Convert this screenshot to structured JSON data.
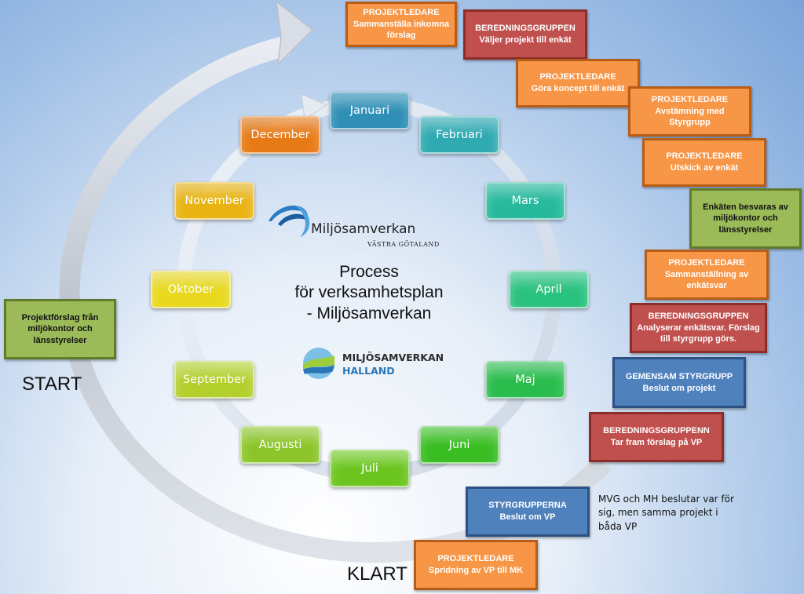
{
  "center_title": [
    "Process",
    "för verksamhetsplan",
    "- Miljösamverkan"
  ],
  "start_label": "START",
  "done_label": "KLART",
  "months": [
    {
      "label": "Januari",
      "color": "#2f8fb6"
    },
    {
      "label": "Februari",
      "color": "#2eaab0"
    },
    {
      "label": "Mars",
      "color": "#27b99c"
    },
    {
      "label": "April",
      "color": "#2ac27f"
    },
    {
      "label": "Maj",
      "color": "#2bbc4e"
    },
    {
      "label": "Juni",
      "color": "#39bd23"
    },
    {
      "label": "Juli",
      "color": "#6bc51e"
    },
    {
      "label": "Augusti",
      "color": "#8cc52a"
    },
    {
      "label": "September",
      "color": "#b3cf2c"
    },
    {
      "label": "Oktober",
      "color": "#e8d81e"
    },
    {
      "label": "November",
      "color": "#e9b412"
    },
    {
      "label": "December",
      "color": "#e87a16"
    }
  ],
  "logos": {
    "vastra": {
      "name": "Miljösamverkan",
      "sub": "VÄSTRA GÖTALAND",
      "icon": "wave-swirl-logo-icon"
    },
    "halland": {
      "line1": "MILJÖSAMVERKAN",
      "line2": "HALLAND",
      "icon": "halland-landscape-logo-icon"
    }
  },
  "start_box": {
    "text": "Projektförslag från miljökontor och länsstyrelser",
    "color": "#9bbb59"
  },
  "steps": [
    {
      "title": "PROJEKTLEDARE",
      "text": "Sammanställa inkomna förslag",
      "style": "orange"
    },
    {
      "title": "BEREDNINGSGRUPPEN",
      "text": "Väljer projekt till enkät",
      "style": "red"
    },
    {
      "title": "PROJEKTLEDARE",
      "text": "Göra koncept till enkät",
      "style": "orange"
    },
    {
      "title": "PROJEKTLEDARE",
      "text": "Avstämning med Styrgrupp",
      "style": "orange"
    },
    {
      "title": "PROJEKTLEDARE",
      "text": "Utskick av enkät",
      "style": "orange"
    },
    {
      "title": "",
      "text": "Enkäten besvaras av miljökontor och länsstyrelser",
      "style": "green"
    },
    {
      "title": "PROJEKTLEDARE",
      "text": "Sammanställning av enkätsvar",
      "style": "orange"
    },
    {
      "title": "BEREDNINGSGRUPPEN",
      "text": "Analyserar enkätsvar. Förslag till styrgrupp görs.",
      "style": "red"
    },
    {
      "title": "GEMENSAM STYRGRUPP",
      "text": "Beslut om projekt",
      "style": "blue"
    },
    {
      "title": "BEREDNINGSGRUPPENN",
      "text": "Tar fram förslag på VP",
      "style": "red"
    },
    {
      "title": "STYRGRUPPERNA",
      "text": "Beslut om VP",
      "style": "blue"
    },
    {
      "title": "PROJEKTLEDARE",
      "text": "Spridning av VP till MK",
      "style": "orange"
    }
  ],
  "note": "MVG och MH beslutar var för sig, men samma projekt i båda VP"
}
